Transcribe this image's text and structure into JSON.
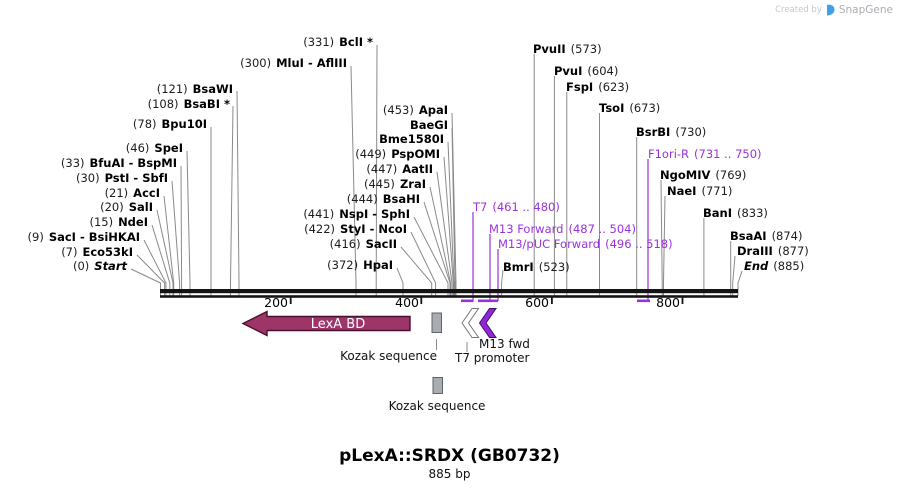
{
  "watermark": {
    "created_by": "Created by",
    "brand": "SnapGene"
  },
  "title": {
    "name": "pLexA::SRDX (GB0732)",
    "length": "885 bp"
  },
  "ruler": {
    "ticks": [
      "200",
      "400",
      "600",
      "800"
    ]
  },
  "features": {
    "lexa_bd": "LexA BD",
    "kozak_1": "Kozak sequence",
    "kozak_2": "Kozak sequence",
    "m13_fwd": "M13 fwd",
    "t7_promoter": "T7 promoter"
  },
  "colors": {
    "lexa_fill": "#9e3569",
    "primer_purple": "#9b32d9",
    "feature_gray": "#a9adb1",
    "pointer_gray": "#8a8a8a"
  },
  "sites": [
    {
      "pos": "(331)",
      "name": "BclI *"
    },
    {
      "pos": "(300)",
      "name": "MluI - AflIII"
    },
    {
      "pos": "(121)",
      "name": "BsaWI"
    },
    {
      "pos": "(108)",
      "name": "BsaBI *"
    },
    {
      "pos": "(78)",
      "name": "Bpu10I"
    },
    {
      "pos": "(46)",
      "name": "SpeI"
    },
    {
      "pos": "(33)",
      "name": "BfuAI - BspMI"
    },
    {
      "pos": "(30)",
      "name": "PstI - SbfI"
    },
    {
      "pos": "(21)",
      "name": "AccI"
    },
    {
      "pos": "(20)",
      "name": "SalI"
    },
    {
      "pos": "(15)",
      "name": "NdeI"
    },
    {
      "pos": "(9)",
      "name": "SacI - BsiHKAI"
    },
    {
      "pos": "(7)",
      "name": "Eco53kI"
    },
    {
      "pos": "(0)",
      "name": "Start"
    },
    {
      "pos": "(453)",
      "name": "ApaI"
    },
    {
      "pos": "",
      "name": "BaeGI"
    },
    {
      "pos": "",
      "name": "Bme1580I"
    },
    {
      "pos": "(449)",
      "name": "PspOMI"
    },
    {
      "pos": "(447)",
      "name": "AatII"
    },
    {
      "pos": "(445)",
      "name": "ZraI"
    },
    {
      "pos": "(444)",
      "name": "BsaHI"
    },
    {
      "pos": "(441)",
      "name": "NspI - SphI"
    },
    {
      "pos": "(422)",
      "name": "StyI - NcoI"
    },
    {
      "pos": "(416)",
      "name": "SacII"
    },
    {
      "pos": "(372)",
      "name": "HpaI"
    },
    {
      "pos": "(461 .. 480)",
      "name": "T7"
    },
    {
      "pos": "(487 .. 504)",
      "name": "M13 Forward"
    },
    {
      "pos": "(496 .. 518)",
      "name": "M13/pUC Forward"
    },
    {
      "pos": "(731 .. 750)",
      "name": "F1ori-R"
    },
    {
      "pos": "(523)",
      "name": "BmrI"
    },
    {
      "pos": "(573)",
      "name": "PvuII"
    },
    {
      "pos": "(604)",
      "name": "PvuI"
    },
    {
      "pos": "(623)",
      "name": "FspI"
    },
    {
      "pos": "(673)",
      "name": "TsoI"
    },
    {
      "pos": "(730)",
      "name": "BsrBI"
    },
    {
      "pos": "(769)",
      "name": "NgoMIV"
    },
    {
      "pos": "(771)",
      "name": "NaeI"
    },
    {
      "pos": "(833)",
      "name": "BanI"
    },
    {
      "pos": "(874)",
      "name": "BsaAI"
    },
    {
      "pos": "(877)",
      "name": "DraIII"
    },
    {
      "pos": "(885)",
      "name": "End"
    }
  ]
}
